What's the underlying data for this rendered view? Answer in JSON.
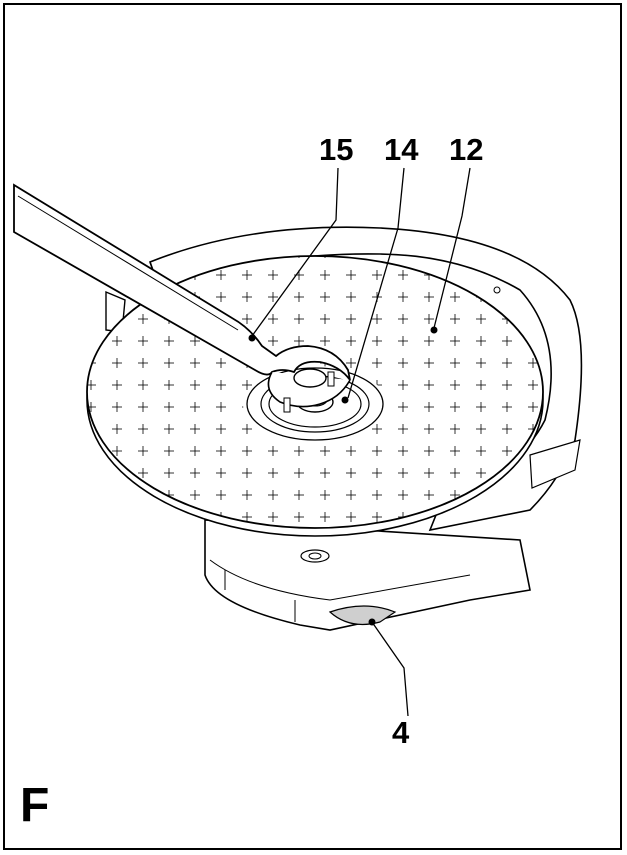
{
  "figure": {
    "letter": "F"
  },
  "callouts": [
    {
      "id": "15",
      "label": "15"
    },
    {
      "id": "14",
      "label": "14"
    },
    {
      "id": "12",
      "label": "12"
    },
    {
      "id": "4",
      "label": "4"
    }
  ],
  "colors": {
    "line": "#000000",
    "background": "#ffffff",
    "shade": "#cfcfcf"
  }
}
